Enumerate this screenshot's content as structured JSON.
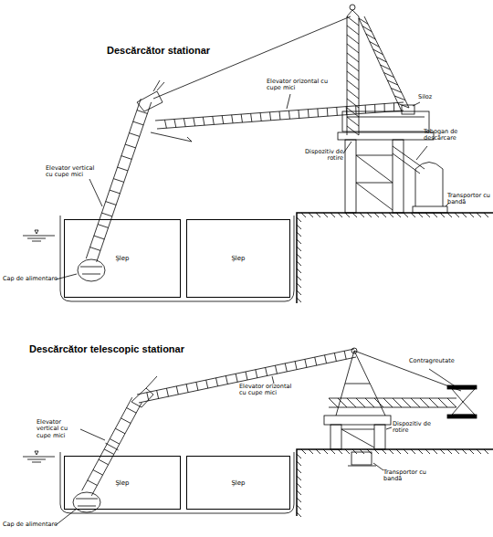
{
  "diagram": {
    "nodes": [
      {
        "text": [
          "Şlep"
        ]
      },
      {
        "text": [
          "Şlep"
        ]
      },
      {
        "text": [
          "Şlep"
        ]
      },
      {
        "text": [
          "Şlep"
        ]
      }
    ],
    "labels": [
      "Descărcător stationar",
      "Elevator orizontal cu cupe mici",
      "Siloz",
      "Tobogan de descărcare",
      "Dispozitiv de rotire",
      "Transportor cu bandă",
      "Elevator vertical cu cupe mici",
      "Cap de alimentare",
      "Descărcător telescopic stationar",
      "Contragreutate",
      "Elevator orizontal cu cupe mici",
      "Elevator vertical cu cupe mici",
      "Dispozitiv de rotire",
      "Transportor cu bandă",
      "Cap de alimentare"
    ]
  }
}
